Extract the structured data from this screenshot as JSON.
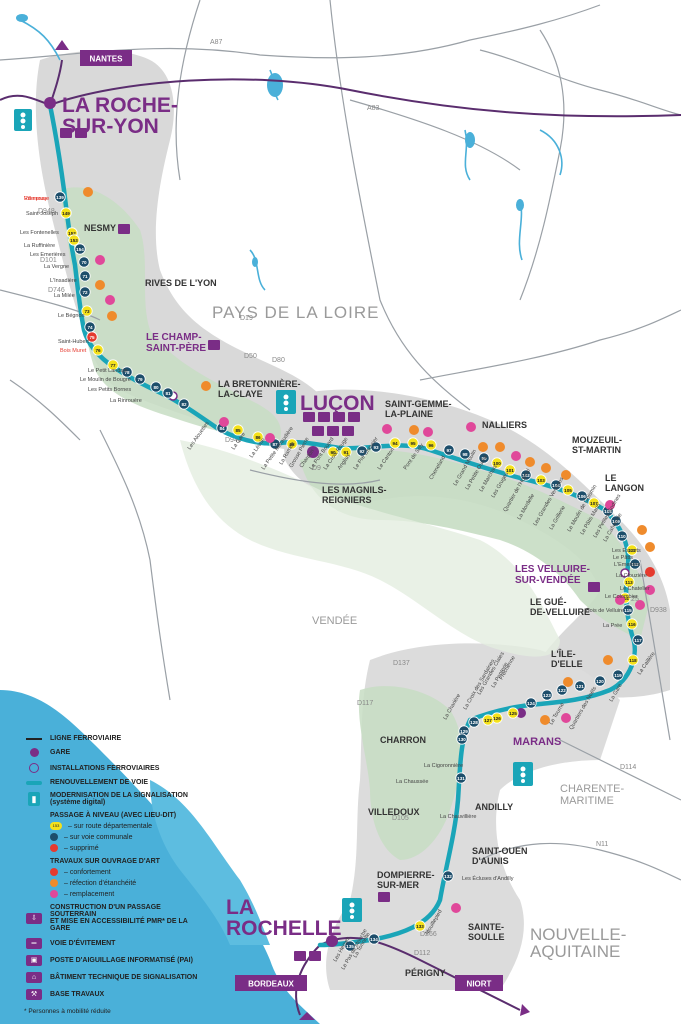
{
  "colors": {
    "rail_teal": "#1aa5b8",
    "purple": "#7a2d86",
    "crossing_yellow": "#f4e11a",
    "crossing_navy": "#1d4e6b",
    "crossing_red": "#e53a2f",
    "bridge_orange": "#ef8b2c",
    "bridge_pink": "#e0489a",
    "zone_grey": "#d9d9d9",
    "zone_green": "#c7ddc3",
    "water_blue": "#4ab0d9",
    "road": "#9aa0a6"
  },
  "regions": {
    "pays_de_la_loire": "PAYS DE LA LOIRE",
    "vendee": "VENDÉE",
    "charente_maritime": "CHARENTE-\nMARITIME",
    "nouvelle_aquitaine": "NOUVELLE-\nAQUITAINE"
  },
  "directions": {
    "nantes": "NANTES",
    "bordeaux": "BORDEAUX",
    "niort": "NIORT"
  },
  "roads": [
    "A87",
    "A83",
    "N11",
    "D948",
    "D746",
    "D949",
    "D19",
    "D50",
    "D80",
    "D137",
    "D105",
    "D25",
    "D938",
    "D114",
    "D112",
    "D266",
    "D101",
    "D117",
    "D9"
  ],
  "main_places": {
    "la_roche_sur_yon": "LA ROCHE-\nSUR-YON",
    "lucon": "LUÇON",
    "la_rochelle": "LA\nROCHELLE",
    "marans": "MARANS",
    "le_champ_saint_pere": "LE CHAMP-\nSAINT-PÈRE",
    "les_velluire_sur_vendee": "LES VELLUIRE-\nSUR-VENDÉE"
  },
  "places": {
    "nesmy": "NESMY",
    "rives_de_l_yon": "RIVES DE L'YON",
    "la_bretonniere": "LA BRETONNIÈRE-\nLA-CLAYE",
    "saint_gemme": "SAINT-GEMME-\nLA-PLAINE",
    "nalliers": "NALLIERS",
    "mouzeuil": "MOUZEUIL-\nST-MARTIN",
    "le_langon": "LE\nLANGON",
    "les_magnils": "LES MAGNILS-\nREIGNIERS",
    "le_gue_de_velluire": "LE GUÉ-\nDE-VELLUIRE",
    "l_ile_d_elle": "L'ÎLE-\nD'ELLE",
    "charron": "CHARRON",
    "villedoux": "VILLEDOUX",
    "andilly": "ANDILLY",
    "saint_ouen": "SAINT-OUEN\nD'AUNIS",
    "dompierre": "DOMPIERRE-\nSUR-MER",
    "sainte_soulle": "SAINTE-\nSOULLE",
    "perigny": "PÉRIGNY"
  },
  "localities": [
    "Villeneuve",
    "Saint-Joseph",
    "Les Fontenelles",
    "La Ruffinière",
    "Les Emerières",
    "La Vergne",
    "L'Insadière",
    "La Milée",
    "Le Bégnon",
    "Saint-Hubert",
    "Bois Muret",
    "Le Petit Landais",
    "Le Moulin de Bougré",
    "Les Petits Bornes",
    "La Rinrouère",
    "Les Alouettes",
    "La Gare",
    "La Lèvrie",
    "La Petite Méraudière",
    "La Ramée",
    "Grosse Pierre",
    "Chardon",
    "Le Pont Bouard",
    "La Croix Rouge",
    "Anglais",
    "Le Pré Chevrier",
    "Le Canton",
    "Pont de Silly",
    "Cheneland",
    "Le Grand Moulin",
    "La Petite Ouche",
    "Le Marchais",
    "Les Gruges",
    "Quartier de l'Hôpital",
    "La Mordelle",
    "Les Grandes Verreries",
    "La Grillerie",
    "Le Moulin de Goismin",
    "Le Pâtis Marin",
    "Les Petites Godines",
    "La Cahourrie",
    "Les Essarts",
    "Le Pâtis",
    "L'Emerière",
    "La Clouzière",
    "Le Chatelier",
    "Le Colombier",
    "Bois de Velluire",
    "La Prée",
    "La Caillère",
    "La Gare",
    "Quartiers des Noëls",
    "Le Tourne",
    "Fréchenne",
    "La Popterie",
    "Les Grandes Claies",
    "La Croix des Sardaines",
    "La Charière",
    "La Cigoronnière",
    "La Chaussée",
    "La Chauvillière",
    "Les Écluses d'Andilly",
    "Mouillepied",
    "La Tonnelle",
    "Le Pas de Mouche",
    "Les Herses",
    "Rompsay"
  ],
  "crossings": [
    {
      "n": "65",
      "kind": "red"
    },
    {
      "n": "66",
      "kind": "yellow"
    },
    {
      "n": "67",
      "kind": "navy"
    },
    {
      "n": "68",
      "kind": "yellow"
    },
    {
      "n": "69",
      "kind": "yellow"
    },
    {
      "n": "70",
      "kind": "navy"
    },
    {
      "n": "71",
      "kind": "navy"
    },
    {
      "n": "72",
      "kind": "navy"
    },
    {
      "n": "73",
      "kind": "yellow"
    },
    {
      "n": "74",
      "kind": "navy"
    },
    {
      "n": "75",
      "kind": "red"
    },
    {
      "n": "76",
      "kind": "yellow"
    },
    {
      "n": "77",
      "kind": "yellow"
    },
    {
      "n": "78",
      "kind": "navy"
    },
    {
      "n": "79",
      "kind": "navy"
    },
    {
      "n": "80",
      "kind": "navy"
    },
    {
      "n": "81",
      "kind": "navy"
    },
    {
      "n": "82",
      "kind": "navy"
    },
    {
      "n": "84",
      "kind": "navy"
    },
    {
      "n": "85",
      "kind": "yellow"
    },
    {
      "n": "86",
      "kind": "yellow"
    },
    {
      "n": "87",
      "kind": "navy"
    },
    {
      "n": "88",
      "kind": "yellow"
    },
    {
      "n": "90",
      "kind": "yellow"
    },
    {
      "n": "91",
      "kind": "yellow"
    },
    {
      "n": "92",
      "kind": "navy"
    },
    {
      "n": "93",
      "kind": "navy"
    },
    {
      "n": "94",
      "kind": "yellow"
    },
    {
      "n": "95",
      "kind": "yellow"
    },
    {
      "n": "96",
      "kind": "yellow"
    },
    {
      "n": "97",
      "kind": "navy"
    },
    {
      "n": "98",
      "kind": "navy"
    },
    {
      "n": "99",
      "kind": "navy"
    },
    {
      "n": "100",
      "kind": "yellow"
    },
    {
      "n": "101",
      "kind": "yellow"
    },
    {
      "n": "102",
      "kind": "navy"
    },
    {
      "n": "103",
      "kind": "yellow"
    },
    {
      "n": "104",
      "kind": "navy"
    },
    {
      "n": "105",
      "kind": "yellow"
    },
    {
      "n": "106",
      "kind": "navy"
    },
    {
      "n": "107",
      "kind": "yellow"
    },
    {
      "n": "108",
      "kind": "navy"
    },
    {
      "n": "109",
      "kind": "navy"
    },
    {
      "n": "110",
      "kind": "navy"
    },
    {
      "n": "111",
      "kind": "yellow"
    },
    {
      "n": "112",
      "kind": "navy"
    },
    {
      "n": "113",
      "kind": "yellow"
    },
    {
      "n": "114",
      "kind": "yellow"
    },
    {
      "n": "115",
      "kind": "navy"
    },
    {
      "n": "116",
      "kind": "yellow"
    },
    {
      "n": "117",
      "kind": "navy"
    },
    {
      "n": "118",
      "kind": "yellow"
    },
    {
      "n": "119",
      "kind": "navy"
    },
    {
      "n": "120",
      "kind": "navy"
    },
    {
      "n": "121",
      "kind": "navy"
    },
    {
      "n": "122",
      "kind": "navy"
    },
    {
      "n": "123",
      "kind": "navy"
    },
    {
      "n": "124",
      "kind": "navy"
    },
    {
      "n": "125",
      "kind": "yellow"
    },
    {
      "n": "126",
      "kind": "yellow"
    },
    {
      "n": "127",
      "kind": "yellow"
    },
    {
      "n": "128",
      "kind": "navy"
    },
    {
      "n": "129",
      "kind": "navy"
    },
    {
      "n": "130",
      "kind": "navy"
    },
    {
      "n": "131",
      "kind": "navy"
    },
    {
      "n": "132",
      "kind": "navy"
    },
    {
      "n": "133",
      "kind": "yellow"
    },
    {
      "n": "134",
      "kind": "navy"
    },
    {
      "n": "135",
      "kind": "navy"
    },
    {
      "n": "139",
      "kind": "navy"
    },
    {
      "n": "149",
      "kind": "yellow"
    },
    {
      "n": "152",
      "kind": "yellow"
    },
    {
      "n": "153",
      "kind": "yellow"
    },
    {
      "n": "154",
      "kind": "navy"
    }
  ],
  "legend": {
    "line": "LIGNE FERROVIAIRE",
    "station": "GARE",
    "installations": "INSTALLATIONS FERROVIAIRES",
    "track_renewal": "RENOUVELLEMENT DE VOIE",
    "signalling": "MODERNISATION DE LA SIGNALISATION\n(système digital)",
    "crossings_title": "PASSAGE À NIVEAU (AVEC LIEU-DIT)",
    "crossing_dept": "– sur route départementale",
    "crossing_comm": "– sur voie communale",
    "crossing_removed": "– supprimé",
    "works_title": "TRAVAUX SUR OUVRAGE D'ART",
    "works_strengthen": "– confortement",
    "works_seal": "– réfection d'étanchéité",
    "works_replace": "– remplacement",
    "underpass": "CONSTRUCTION D'UN PASSAGE SOUTERRAIN\nET MISE EN ACCESSIBILITÉ PMR* DE LA GARE",
    "siding": "VOIE D'ÉVITEMENT",
    "pai": "POSTE D'AIGUILLAGE INFORMATISÉ (PAI)",
    "tech_building": "BÂTIMENT TECHNIQUE DE SIGNALISATION",
    "works_base": "BASE TRAVAUX",
    "crossing_sample": "153",
    "note": "* Personnes à mobilité réduite"
  }
}
